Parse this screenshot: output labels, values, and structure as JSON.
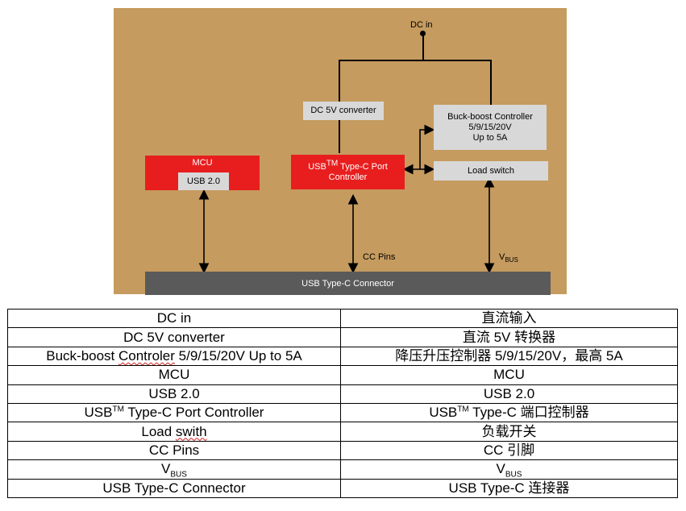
{
  "diagram": {
    "dc_in": "DC in",
    "dc_converter": "DC 5V converter",
    "buck_boost_line1": "Buck-boost Controller",
    "buck_boost_line2": "5/9/15/20V",
    "buck_boost_line3": "Up to 5A",
    "load_switch": "Load switch",
    "mcu": "MCU",
    "usb2": "USB 2.0",
    "port_ctrl_usb": "USB",
    "port_ctrl_tm": "TM",
    "port_ctrl_rest": " Type-C Port",
    "port_ctrl_line2": "Controller",
    "cc_pins": "CC Pins",
    "vbus_v": "V",
    "vbus_sub": "BUS",
    "connector": "USB Type-C Connector"
  },
  "table": {
    "rows": [
      {
        "en": "DC in",
        "zh": "直流输入"
      },
      {
        "en": "DC 5V converter",
        "zh": "直流 5V 转换器"
      },
      {
        "en_pre": "Buck-boost ",
        "en_mis": "Controler",
        "en_post": " 5/9/15/20V Up to 5A",
        "zh": "降压升压控制器 5/9/15/20V，最高 5A"
      },
      {
        "en": "MCU",
        "zh": "MCU"
      },
      {
        "en": "USB 2.0",
        "zh": "USB 2.0"
      },
      {
        "en_a": "USB",
        "en_tm": "TM",
        "en_b": " Type-C Port Controller",
        "zh_a": "USB",
        "zh_tm": "TM",
        "zh_b": " Type-C 端口控制器"
      },
      {
        "en_pre": "Load ",
        "en_mis": "swith",
        "zh": "负载开关"
      },
      {
        "en": "CC Pins",
        "zh": "CC 引脚"
      },
      {
        "en_v": "V",
        "en_sub": "BUS",
        "zh_v": "V",
        "zh_sub": "BUS"
      },
      {
        "en": "USB Type-C Connector",
        "zh": "USB Type-C 连接器"
      }
    ]
  },
  "colors": {
    "background": "#c59b5f",
    "block_red": "#e81e1e",
    "block_gray": "#d8d8d8",
    "connector": "#5a5a5a"
  }
}
